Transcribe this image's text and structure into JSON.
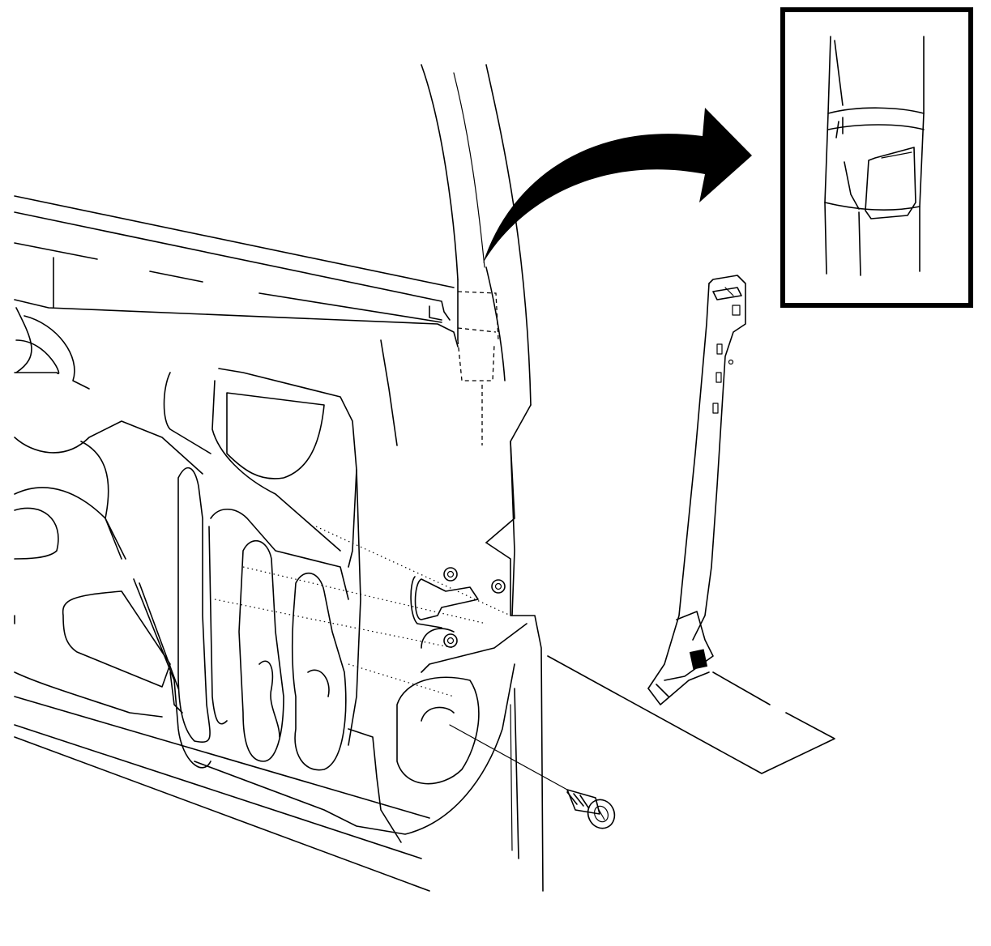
{
  "figure": {
    "type": "service-illustration",
    "subject": "door-frame-with-trim-panel-and-screw",
    "callout": {
      "shape": "curved-arrow",
      "points_to": "detail-inset"
    },
    "detail_inset": {
      "border": "thick-black-frame"
    },
    "colors": {
      "line": "#000000",
      "background": "#ffffff"
    }
  }
}
